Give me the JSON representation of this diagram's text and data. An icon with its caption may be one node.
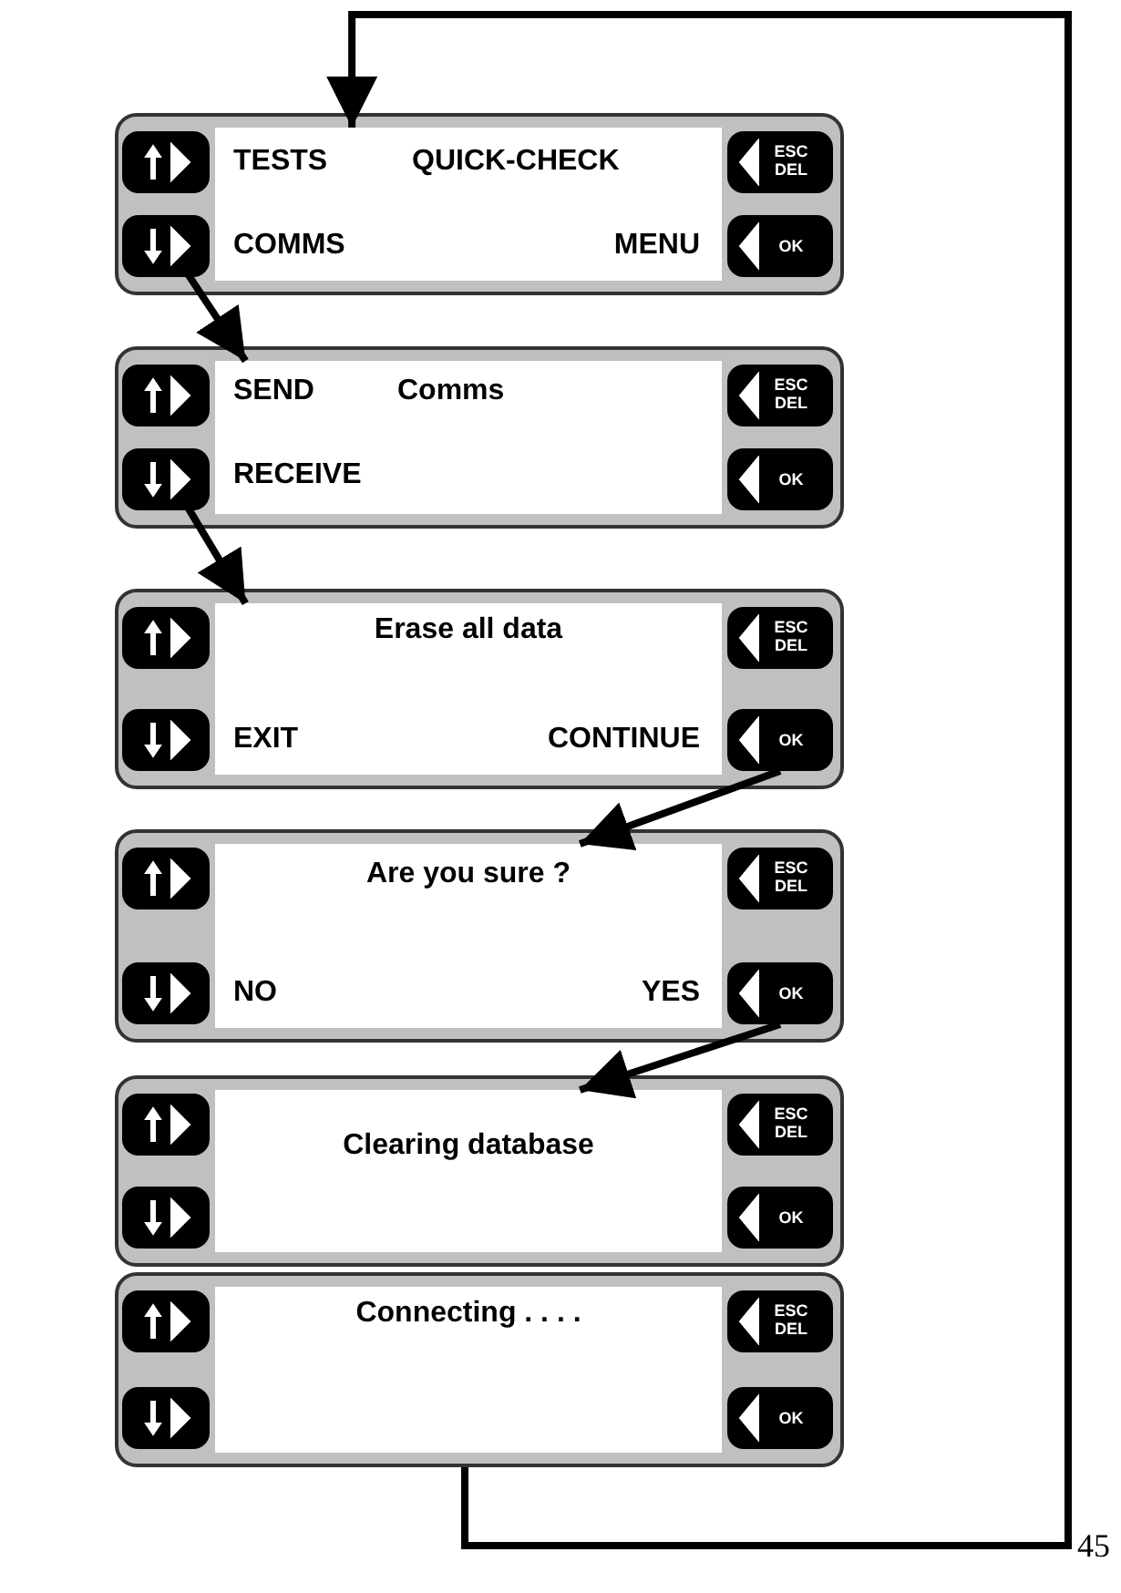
{
  "diagram": {
    "nodes": [
      {
        "text": [],
        "shape": "box"
      },
      {
        "text": [
          "TESTS",
          "QUICK-CHECK",
          "COMMS",
          "MENU"
        ],
        "in": 0
      },
      {
        "text": [],
        "shape": "box",
        "in": 0
      },
      {
        "text": [],
        "shape": "box",
        "in": 0
      },
      {
        "text": [
          "ESC DEL"
        ],
        "in": 0
      },
      {
        "text": [
          "OK"
        ],
        "in": 0
      },
      {
        "text": [],
        "shape": "box"
      },
      {
        "text": [
          "SEND",
          "Comms",
          "RECEIVE"
        ],
        "in": 6
      },
      {
        "text": [],
        "shape": "box",
        "in": 6
      },
      {
        "text": [],
        "shape": "box",
        "in": 6
      },
      {
        "text": [
          "ESC DEL"
        ],
        "in": 6
      },
      {
        "text": [
          "OK"
        ],
        "in": 6
      },
      {
        "text": [],
        "shape": "box"
      },
      {
        "text": [
          "Erase all data",
          "EXIT",
          "CONTINUE"
        ],
        "in": 12
      },
      {
        "text": [],
        "shape": "box",
        "in": 12
      },
      {
        "text": [],
        "shape": "box",
        "in": 12
      },
      {
        "text": [
          "ESC DEL"
        ],
        "in": 12
      },
      {
        "text": [
          "OK"
        ],
        "in": 12
      },
      {
        "text": [],
        "shape": "box"
      },
      {
        "text": [
          "Are you sure ?",
          "NO",
          "YES"
        ],
        "in": 18
      },
      {
        "text": [],
        "shape": "box",
        "in": 18
      },
      {
        "text": [],
        "shape": "box",
        "in": 18
      },
      {
        "text": [
          "ESC DEL"
        ],
        "in": 18
      },
      {
        "text": [
          "OK"
        ],
        "in": 18
      },
      {
        "text": [],
        "shape": "box"
      },
      {
        "text": [
          "Clearing database"
        ],
        "in": 24
      },
      {
        "text": [],
        "shape": "box",
        "in": 24
      },
      {
        "text": [],
        "shape": "box",
        "in": 24
      },
      {
        "text": [
          "ESC DEL"
        ],
        "in": 24
      },
      {
        "text": [
          "OK"
        ],
        "in": 24
      },
      {
        "text": [],
        "shape": "box"
      },
      {
        "text": [
          "Connecting . . . ."
        ],
        "in": 30
      },
      {
        "text": [],
        "shape": "box",
        "in": 30
      },
      {
        "text": [],
        "shape": "box",
        "in": 30
      },
      {
        "text": [
          "ESC DEL"
        ],
        "in": 30
      },
      {
        "text": [
          "OK"
        ],
        "in": 30
      }
    ],
    "edges": [
      {
        "from": 3,
        "to": 7,
        "arrow": "to"
      },
      {
        "from": 9,
        "to": 13,
        "arrow": "to"
      },
      {
        "from": 17,
        "to": 19,
        "arrow": "to"
      },
      {
        "from": 23,
        "to": 25,
        "arrow": "to"
      },
      {
        "from": 30,
        "to": 1,
        "arrow": "to"
      }
    ],
    "labels": [
      "45"
    ]
  }
}
